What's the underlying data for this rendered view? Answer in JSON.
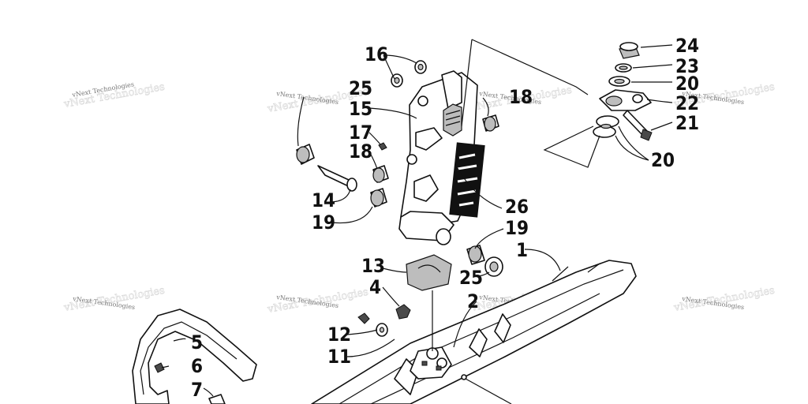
{
  "watermark": "vNext Technologies",
  "callouts": {
    "c1": "1",
    "c2": "2",
    "c4": "4",
    "c5": "5",
    "c6": "6",
    "c7": "7",
    "c11": "11",
    "c12": "12",
    "c13": "13",
    "c14": "14",
    "c15": "15",
    "c16": "16",
    "c17": "17",
    "c18a": "18",
    "c18b": "18",
    "c19a": "19",
    "c19b": "19",
    "c20a": "20",
    "c20b": "20",
    "c21": "21",
    "c22": "22",
    "c23": "23",
    "c24": "24",
    "c25a": "25",
    "c25b": "25",
    "c26": "26"
  }
}
